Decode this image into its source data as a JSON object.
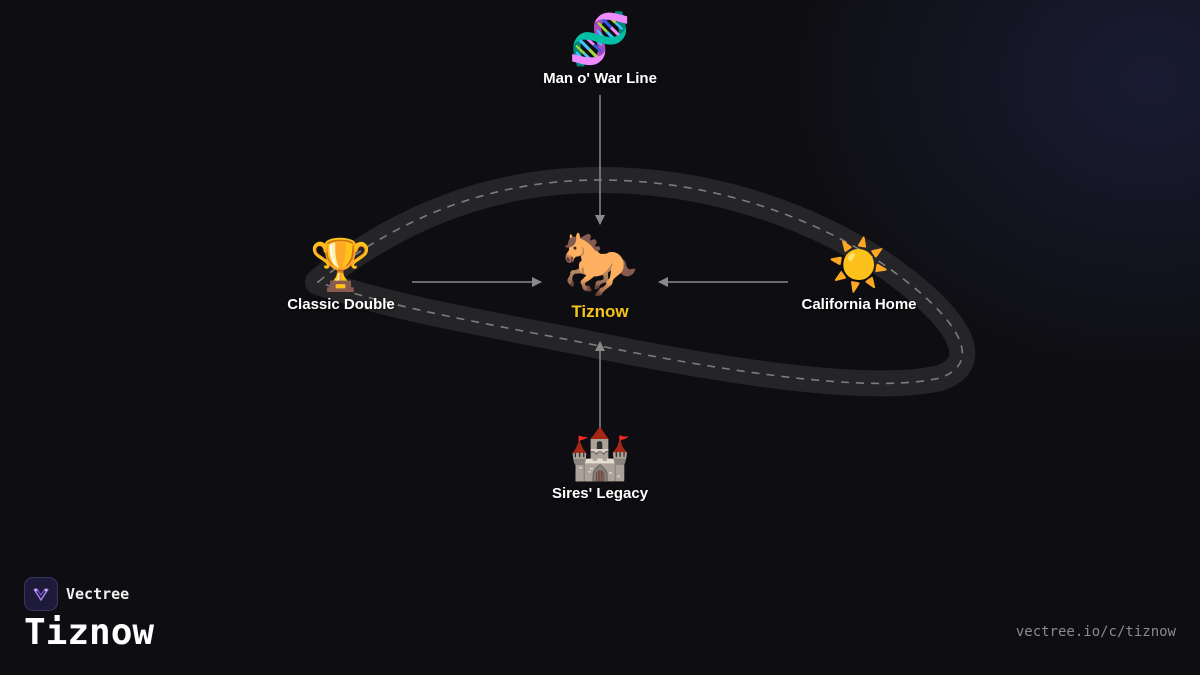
{
  "center": {
    "label": "Tiznow",
    "icon": "horse-icon",
    "emoji": "🐎",
    "color": "#f5c518"
  },
  "nodes": {
    "top": {
      "label": "Man o' War Line",
      "icon": "dna-icon",
      "emoji": "🧬"
    },
    "left": {
      "label": "Classic Double",
      "icon": "trophy-icon",
      "emoji": "🏆"
    },
    "right": {
      "label": "California Home",
      "icon": "sun-icon",
      "emoji": "☀️"
    },
    "bottom": {
      "label": "Sires' Legacy",
      "icon": "castle-icon",
      "emoji": "🏰"
    }
  },
  "footer": {
    "brand": "Vectree",
    "title": "Tiznow",
    "url": "vectree.io/c/tiznow"
  },
  "colors": {
    "background": "#0e0e12",
    "accent": "#f5c518",
    "track": "#252528",
    "arrow": "#8a8a8a"
  }
}
